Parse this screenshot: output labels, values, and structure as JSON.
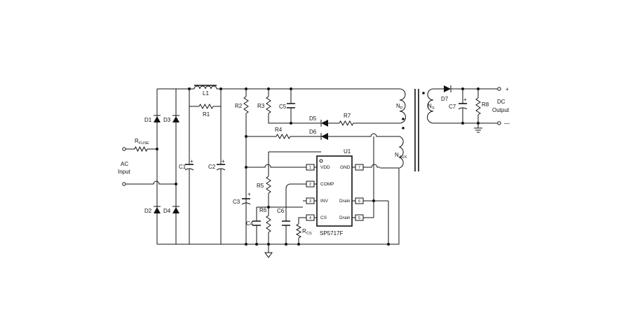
{
  "labels": {
    "rfuse": "R",
    "rfuse_sub": "FUSE",
    "ac1": "AC",
    "ac2": "Input",
    "d1": "D1",
    "d2": "D2",
    "d3": "D3",
    "d4": "D4",
    "l1": "L1",
    "r1": "R1",
    "c1": "C1",
    "c2": "C2",
    "r2": "R2",
    "r3": "R3",
    "c5": "C5",
    "d5": "D5",
    "r7": "R7",
    "r4": "R4",
    "d6": "D6",
    "c3": "C3",
    "r5": "R5",
    "r6": "R6",
    "c4": "C4",
    "c6": "C6",
    "rcs": "R",
    "rcs_sub": "CS",
    "u1": "U1",
    "ic": "SP5717F",
    "np": "N",
    "np_sub": "P",
    "ns": "N",
    "ns_sub": "S",
    "naux": "N",
    "naux_sub": "AUX",
    "d7": "D7",
    "c7": "C7",
    "r8": "R8",
    "dc1": "DC",
    "dc2": "Output",
    "plus": "+",
    "minus": "—",
    "cap_plus": "+"
  },
  "ic_pins": [
    {
      "num": "1",
      "name": "VDD"
    },
    {
      "num": "2",
      "name": "COMP"
    },
    {
      "num": "3",
      "name": "INV"
    },
    {
      "num": "4",
      "name": "CS"
    },
    {
      "num": "7",
      "name": "GND"
    },
    {
      "num": "6",
      "name": "Drain"
    },
    {
      "num": "5",
      "name": "Drain"
    }
  ]
}
